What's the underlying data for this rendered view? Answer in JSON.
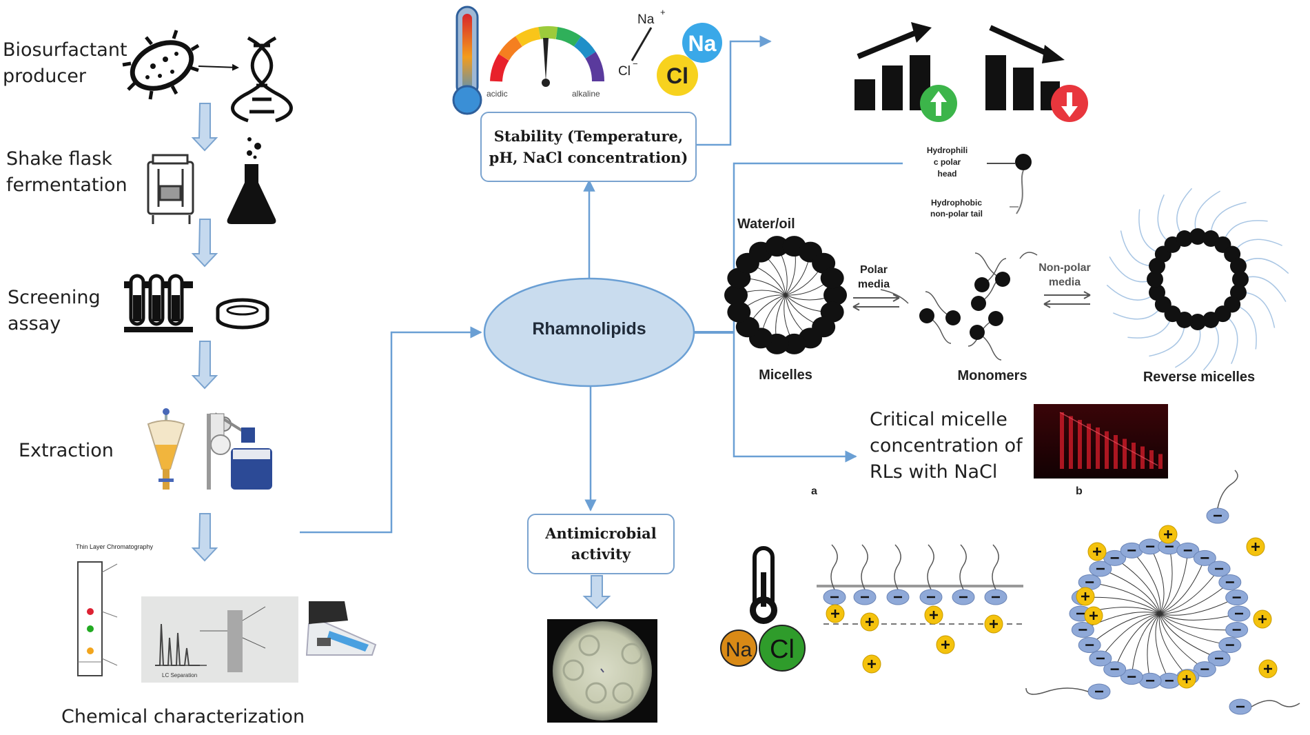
{
  "workflow": {
    "biosurfactant_producer": "Biosurfactant\nproducer",
    "shake_flask": "Shake flask\nfermentation",
    "screening": "Screening\nassay",
    "extraction": "Extraction",
    "chemical_characterization": "Chemical characterization",
    "tlc_title": "Thin Layer Chromatography",
    "lc_label": "LC Separation"
  },
  "center": {
    "rhamnolipids": "Rhamnolipids"
  },
  "stability": {
    "box": "Stability (Temperature,\npH, NaCl concentration)",
    "ph_acidic": "acidic",
    "ph_alkaline": "alkaline",
    "na_plus": "Na",
    "cl_minus": "Cl",
    "na_ball": "Na",
    "cl_ball": "Cl"
  },
  "antimicrobial": {
    "box": "Antimicrobial\nactivity"
  },
  "micelle": {
    "hydrophilic": "Hydrophili\nc polar\nhead",
    "hydrophobic": "Hydrophobic\nnon-polar tail",
    "water_oil": "Water/oil",
    "polar_media": "Polar\nmedia",
    "nonpolar_media": "Non-polar\nmedia",
    "micelles": "Micelles",
    "monomers": "Monomers",
    "reverse_micelles": "Reverse micelles"
  },
  "cmc": {
    "text": "Critical micelle\nconcentration of\nRLs with NaCl",
    "label_a": "a",
    "label_b": "b"
  },
  "salt_effect": {
    "na": "Na",
    "cl": "Cl"
  },
  "colors": {
    "arrow": "#6a9fd4",
    "ellipse_fill": "#c9dcee",
    "ellipse_stroke": "#6a9fd4",
    "green_up": "#3cb54a",
    "red_down": "#e8363d",
    "na_yellow": "#f7d21e",
    "na_blue": "#3aa8e8",
    "bead_blue": "#8fa9d8",
    "plus_yellow": "#f4c20d"
  }
}
